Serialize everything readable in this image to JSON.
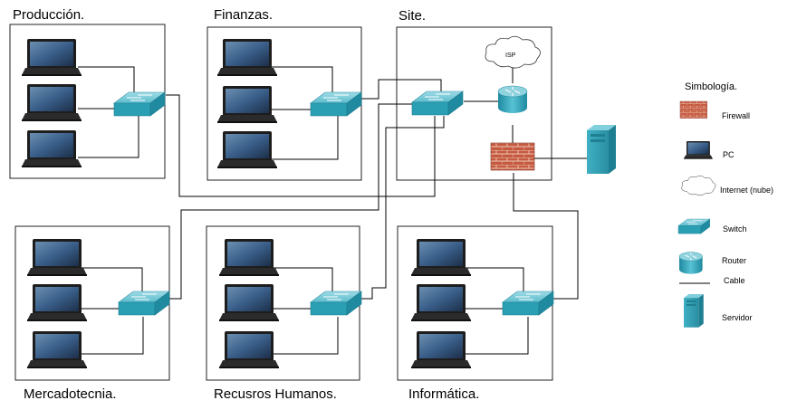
{
  "zones": {
    "produccion": "Producción.",
    "finanzas": "Finanzas.",
    "site": "Site.",
    "mercadotecnia": "Mercadotecnia.",
    "rrhh": "Recusros Humanos.",
    "informatica": "Informática."
  },
  "cloud_label": "ISP",
  "legend": {
    "title": "Simbología.",
    "firewall": "Firewall",
    "pc": "PC",
    "internet": "Internet (nube)",
    "switch": "Switch",
    "router": "Router",
    "cable": "Cable",
    "server": "Servidor"
  },
  "icons": {
    "pc": "laptop-icon",
    "switch": "switch-icon",
    "router": "router-icon",
    "firewall": "firewall-icon",
    "cloud": "cloud-icon",
    "server": "server-icon"
  },
  "colors": {
    "device": "#2a9fb3",
    "firewall": "#c0503a",
    "cable": "#000000"
  }
}
